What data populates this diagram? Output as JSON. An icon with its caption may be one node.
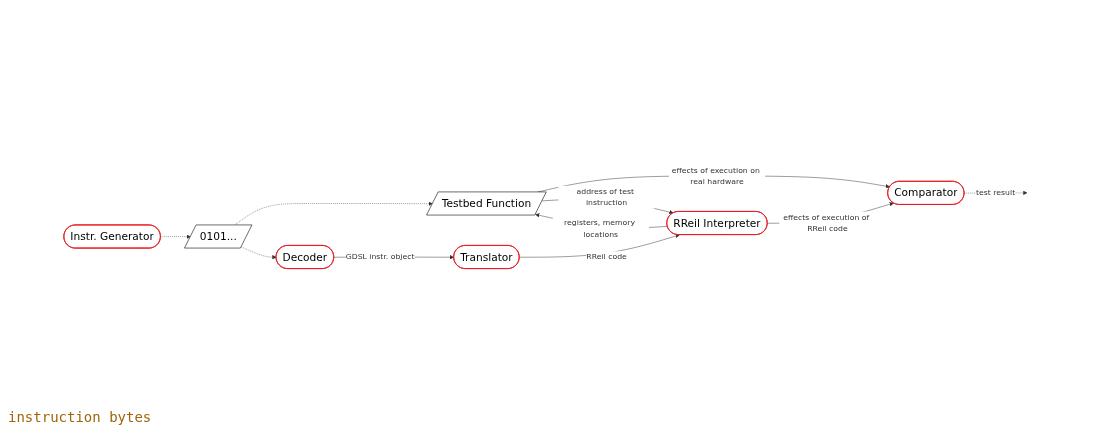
{
  "diagram": {
    "nodes": [
      {
        "text": [
          "Instr. Generator"
        ]
      },
      {
        "text": [
          "Comparator"
        ]
      },
      {
        "text": [
          "Testbed Function"
        ]
      },
      {
        "text": [
          "RReil Interpreter"
        ]
      },
      {
        "text": [
          "0101..."
        ]
      },
      {
        "text": [
          "Decoder"
        ]
      },
      {
        "text": [
          "Translator"
        ]
      }
    ],
    "edges": [
      {
        "from": 0,
        "to": 4,
        "arrow": "to",
        "style": "dashed"
      },
      {
        "from": 4,
        "to": 2,
        "arrow": "to",
        "style": "dashed"
      },
      {
        "from": 4,
        "to": 5,
        "arrow": "to",
        "style": "dashed"
      },
      {
        "from": 2,
        "to": 1,
        "arrow": "to",
        "label": "effects of execution on real hardware"
      },
      {
        "from": 3,
        "to": 1,
        "arrow": "to",
        "label": "effects of execution of RReil code"
      },
      {
        "from": 3,
        "to": 2,
        "arrow": "to",
        "label": "registers, memory locations"
      },
      {
        "from": 2,
        "to": 3,
        "arrow": "to",
        "label": "address of test instruction"
      },
      {
        "from": 5,
        "to": 6,
        "arrow": "to",
        "label": "GDSL instr. object"
      },
      {
        "from": 6,
        "to": 3,
        "arrow": "to",
        "label": "RReil code"
      },
      {
        "from": 1,
        "to": null,
        "arrow": "to",
        "style": "dashed",
        "label": "test result"
      }
    ],
    "labels": [
      "instruction bytes"
    ]
  }
}
